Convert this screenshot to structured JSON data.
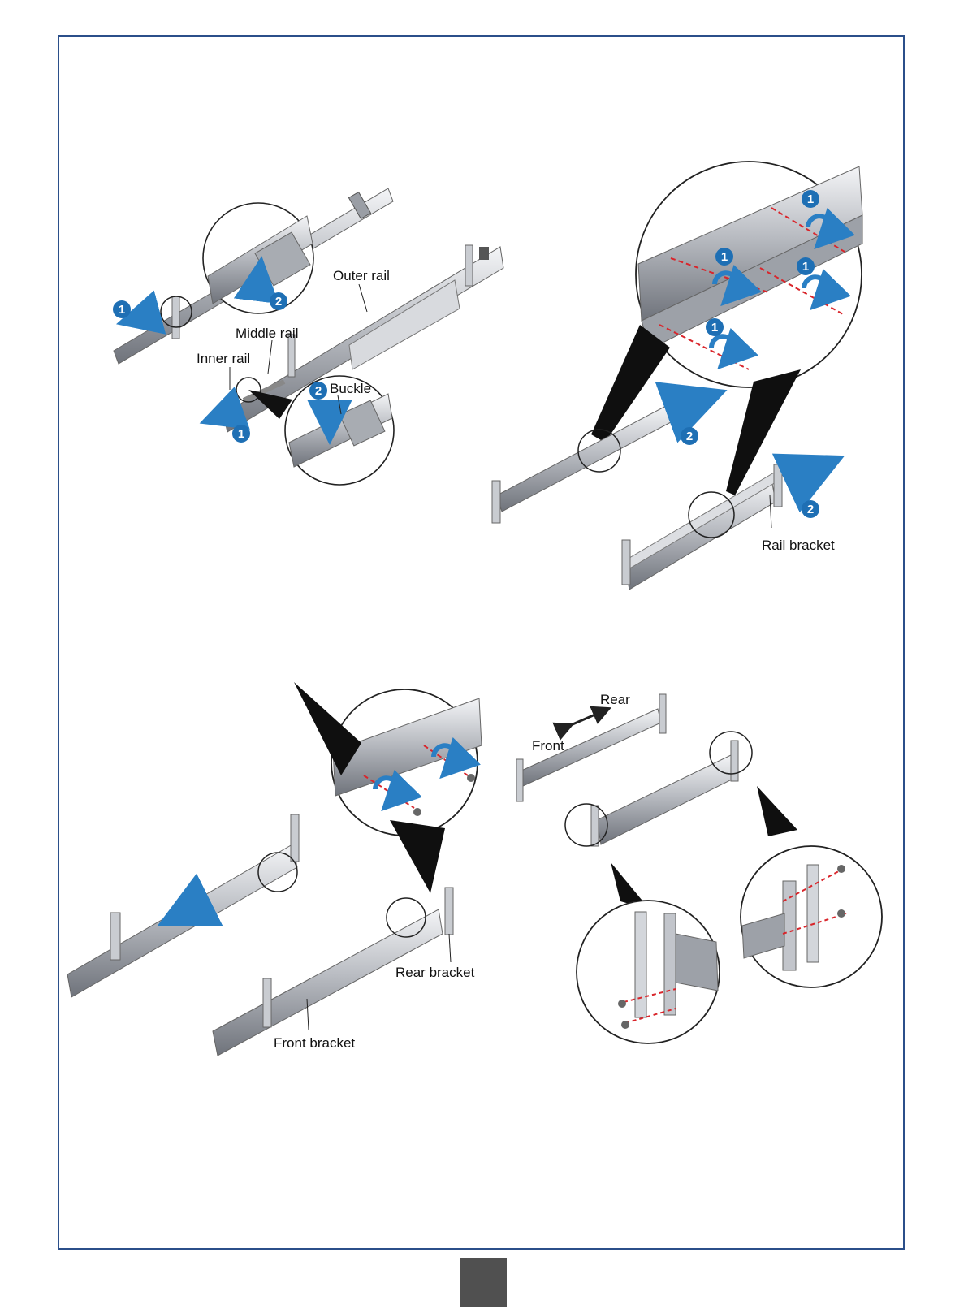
{
  "labels": {
    "outer_rail": "Outer rail",
    "middle_rail": "Middle rail",
    "inner_rail": "Inner rail",
    "buckle": "Buckle",
    "rail_bracket": "Rail bracket",
    "rear_bracket": "Rear bracket",
    "front_bracket": "Front bracket",
    "rear": "Rear",
    "front": "Front"
  },
  "step_numbers": {
    "one": "1",
    "two": "2"
  },
  "colors": {
    "frame_border": "#2b4f8a",
    "step_badge": "#1e6fb4",
    "arrow": "#2a7fc4",
    "dashed_guide": "#d9252b",
    "metal_dark": "#7d8189",
    "metal_light": "#e6e8ec",
    "page_tab": "#505050"
  },
  "icons": {
    "step_badge": "numbered-circle-icon",
    "direction": "arrow-icon",
    "rotation": "curved-arrow-icon",
    "screw": "screw-icon"
  }
}
